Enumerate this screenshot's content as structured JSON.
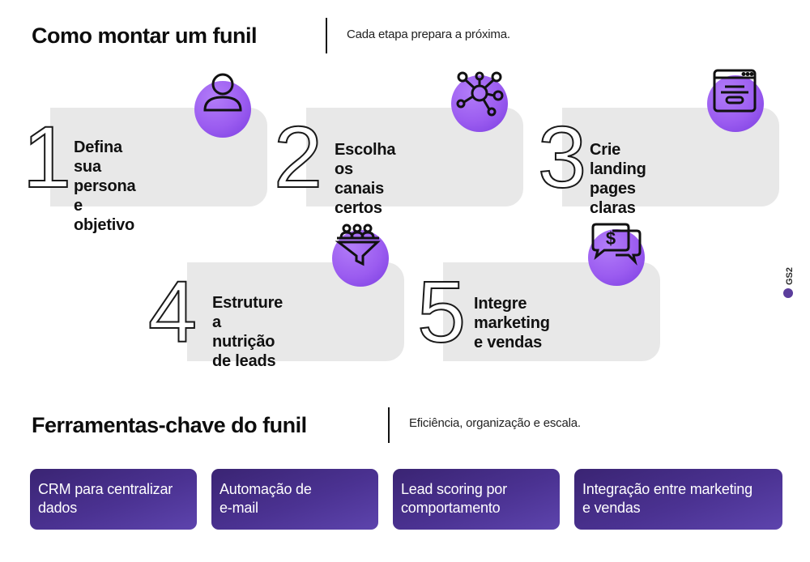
{
  "section1": {
    "title": "Como montar um funil",
    "subtitle": "Cada etapa prepara a próxima."
  },
  "steps": [
    {
      "number": "1",
      "line1": "Defina sua persona",
      "line2": "e objetivo",
      "icon": "user-icon"
    },
    {
      "number": "2",
      "line1": "Escolha os canais",
      "line2": "certos",
      "icon": "network-icon"
    },
    {
      "number": "3",
      "line1": "Crie landing pages",
      "line2": "claras",
      "icon": "browser-window-icon"
    },
    {
      "number": "4",
      "line1": "Estruture a nutrição",
      "line2": "de leads",
      "icon": "funnel-people-icon"
    },
    {
      "number": "5",
      "line1": "Integre marketing",
      "line2": "e vendas",
      "icon": "chat-dollar-icon"
    }
  ],
  "section2": {
    "title": "Ferramentas-chave do funil",
    "subtitle": "Eficiência, organização e escala."
  },
  "tools": [
    {
      "line1": "CRM para centralizar",
      "line2": "dados"
    },
    {
      "line1": "Automação de",
      "line2": "e-mail"
    },
    {
      "line1": "Lead scoring por",
      "line2": "comportamento"
    },
    {
      "line1": "Integração entre marketing",
      "line2": "e vendas"
    }
  ],
  "brand": {
    "logo_text": "GS2"
  },
  "colors": {
    "accent_purple": "#9b5cf0",
    "tool_purple": "#4b3292",
    "card_gray": "#e8e8e8"
  }
}
